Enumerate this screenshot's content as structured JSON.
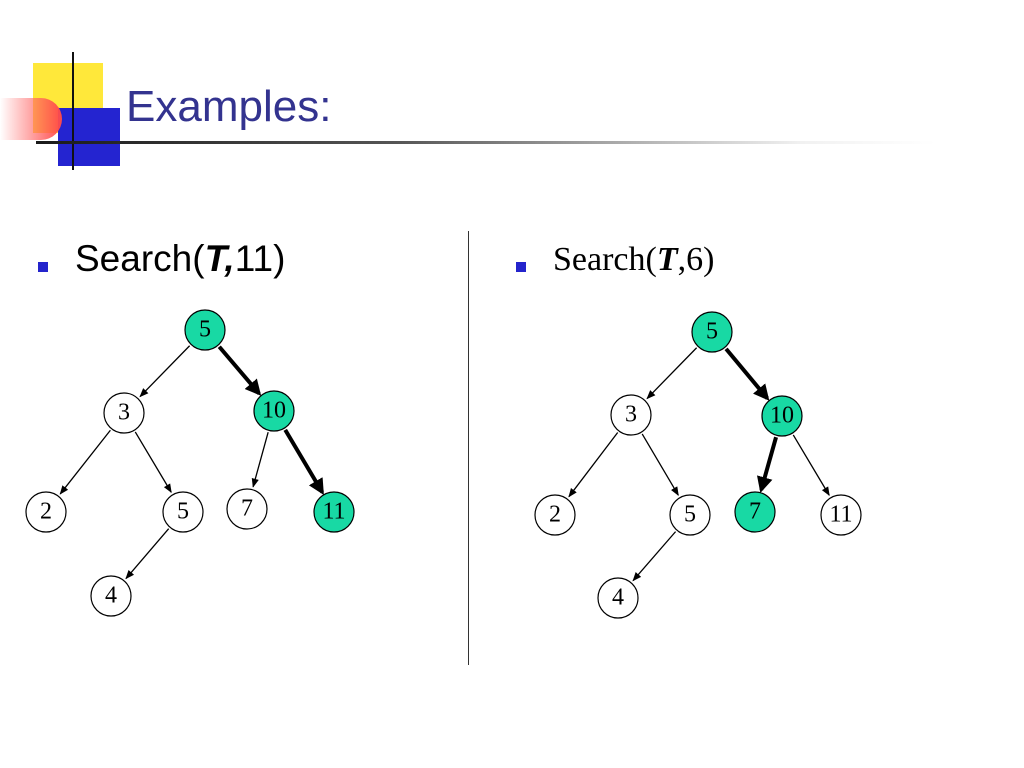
{
  "slide": {
    "title": "Examples:"
  },
  "colors": {
    "title": "#33338f",
    "bullet": "#2424cc",
    "visited": "#18d9a4",
    "node_fill": "#ffffff",
    "stroke": "#000000"
  },
  "examples": [
    {
      "fn": "Search(",
      "arg": "T",
      "sep": ",",
      "key": "11)",
      "nodes": [
        {
          "id": "n5",
          "label": "5",
          "visited": true
        },
        {
          "id": "n3",
          "label": "3",
          "visited": false
        },
        {
          "id": "n10",
          "label": "10",
          "visited": true
        },
        {
          "id": "n2",
          "label": "2",
          "visited": false
        },
        {
          "id": "n5b",
          "label": "5",
          "visited": false
        },
        {
          "id": "n7",
          "label": "7",
          "visited": false
        },
        {
          "id": "n11",
          "label": "11",
          "visited": true
        },
        {
          "id": "n4",
          "label": "4",
          "visited": false
        }
      ],
      "edges": [
        {
          "from": "n5",
          "to": "n3",
          "path": false
        },
        {
          "from": "n5",
          "to": "n10",
          "path": true
        },
        {
          "from": "n3",
          "to": "n2",
          "path": false
        },
        {
          "from": "n3",
          "to": "n5b",
          "path": false
        },
        {
          "from": "n10",
          "to": "n7",
          "path": false
        },
        {
          "from": "n10",
          "to": "n11",
          "path": true
        },
        {
          "from": "n5b",
          "to": "n4",
          "path": false
        }
      ]
    },
    {
      "fn": "Search(",
      "arg": "T",
      "sep": ",",
      "key": "6)",
      "nodes": [
        {
          "id": "n5",
          "label": "5",
          "visited": true
        },
        {
          "id": "n3",
          "label": "3",
          "visited": false
        },
        {
          "id": "n10",
          "label": "10",
          "visited": true
        },
        {
          "id": "n2",
          "label": "2",
          "visited": false
        },
        {
          "id": "n5b",
          "label": "5",
          "visited": false
        },
        {
          "id": "n7",
          "label": "7",
          "visited": true
        },
        {
          "id": "n11",
          "label": "11",
          "visited": false
        },
        {
          "id": "n4",
          "label": "4",
          "visited": false
        }
      ],
      "edges": [
        {
          "from": "n5",
          "to": "n3",
          "path": false
        },
        {
          "from": "n5",
          "to": "n10",
          "path": true
        },
        {
          "from": "n3",
          "to": "n2",
          "path": false
        },
        {
          "from": "n3",
          "to": "n5b",
          "path": false
        },
        {
          "from": "n10",
          "to": "n7",
          "path": true
        },
        {
          "from": "n10",
          "to": "n11",
          "path": false
        },
        {
          "from": "n5b",
          "to": "n4",
          "path": false
        }
      ]
    }
  ]
}
